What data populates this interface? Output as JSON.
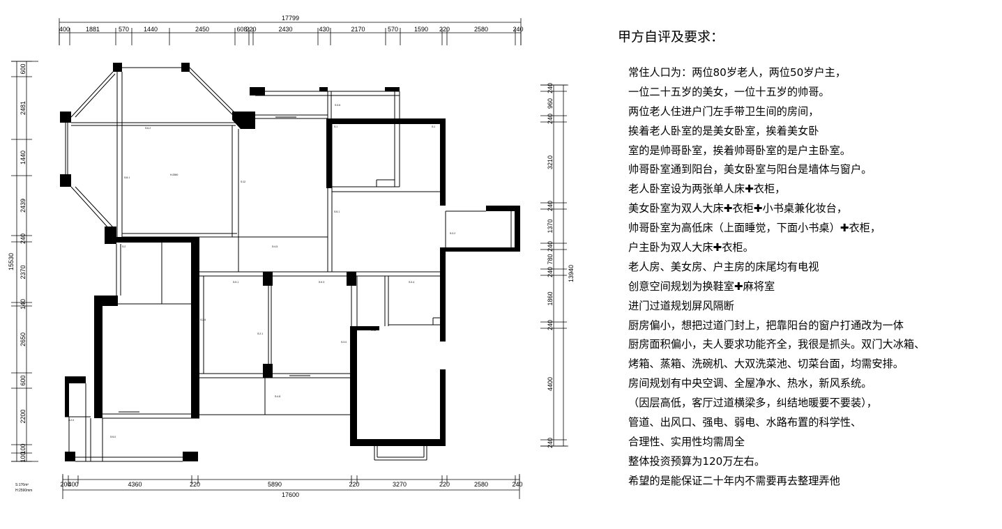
{
  "notes": {
    "title": "甲方自评及要求：",
    "lines": [
      "常住人口为：两位80岁老人，两位50岁户主，",
      "一位二十五岁的美女，一位十五岁的帅哥。",
      "两位老人住进户门左手带卫生间的房间，",
      "挨着老人卧室的是美女卧室，挨着美女卧",
      "室的是帅哥卧室，挨着帅哥卧室的是户主卧室。",
      "帅哥卧室通到阳台，美女卧室与阳台是墙体与窗户。",
      "老人卧室设为两张单人床✚衣柜，",
      "美女卧室为双人大床✚衣柜✚小书桌兼化妆台，",
      "帅哥卧室为高低床（上面睡觉，下面小书桌）✚衣柜，",
      "户主卧为双人大床✚衣柜。",
      "老人房、美女房、户主房的床尾均有电视",
      "创意空间规划为换鞋室✚麻将室",
      "进门过道规划屏风隔断",
      "厨房偏小，想把过道门封上，把靠阳台的窗户打通改为一体",
      "厨房面积偏小，夫人要求功能齐全，我很是抓头。双门大冰箱、",
      "烤箱、蒸箱、洗碗机、大双洗菜池、切菜台面，均需安排。",
      "房间规划有中央空调、全屋净水、热水，新风系统。",
      "（因层高低，客厅过道横梁多，纠结地暖要不要装），",
      "管道、出风口、强电、弱电、水路布置的科学性、",
      "合理性、实用性均需周全",
      "整体投资预算为120万左右。",
      "希望的是能保证二十年内不需要再去整理弄他"
    ]
  },
  "plan": {
    "top_total": "17799",
    "top_segments": [
      "400",
      "1881",
      "570",
      "1440",
      "2450",
      "608",
      "220",
      "2430",
      "430",
      "2170",
      "570",
      "1590",
      "220",
      "2580",
      "240"
    ],
    "bottom_total": "17600",
    "bottom_segments": [
      "200",
      "400",
      "4360",
      "220",
      "5890",
      "220",
      "3270",
      "220",
      "2580",
      "240"
    ],
    "left_total": "15530",
    "left_segments": [
      "600",
      "2481",
      "1440",
      "2439",
      "240",
      "2370",
      "140",
      "2650",
      "600",
      "2200",
      "100",
      "100"
    ],
    "right_total": "13940",
    "right_segments": [
      "240",
      "960",
      "240",
      "3210",
      "240",
      "1370",
      "240",
      "780",
      "240",
      "1860",
      "240",
      "4400",
      "240"
    ],
    "area_labels": [
      "S:176m²",
      "H:2590mm"
    ],
    "height_mark": "H:2590"
  }
}
